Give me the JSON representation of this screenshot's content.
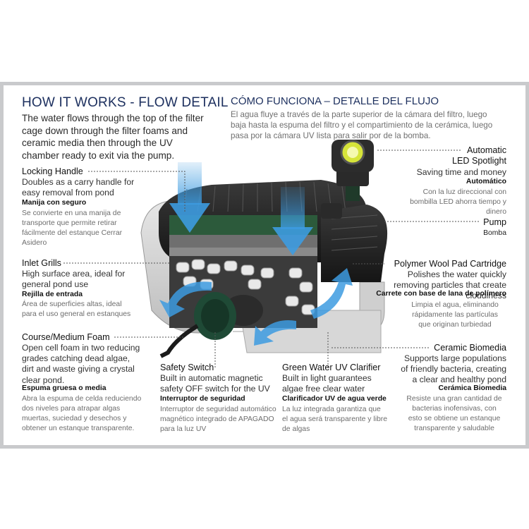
{
  "colors": {
    "title": "#1c2f5e",
    "frame": "#c9cacc",
    "flow": "#3d9be0",
    "foam": "#2c5a3b"
  },
  "title_en": "HOW IT WORKS - FLOW DETAIL",
  "title_es": "CÓMO FUNCIONA – DETALLE DEL FLUJO",
  "intro_en": "The water flows through the top of the filter cage down through the filter foams and ceramic media then through the UV chamber ready to exit via the pump.",
  "intro_es": "El agua fluye a través de la parte superior de la cámara del filtro, luego baja hasta la espuma del filtro y el compartimiento de la cerámica, luego pasa por la cámara UV lista para salir por de la bomba.",
  "locking": {
    "title": "Locking Handle",
    "body": "Doubles as a carry handle for easy removal from pond",
    "es_title": "Manija con seguro",
    "es_body": "Se convierte en una manija de transporte que permite retirar fácilmente del estanque Cerrar Asidero"
  },
  "inlet": {
    "title": "Inlet Grills",
    "body": "High surface area, ideal for general pond use",
    "es_title": "Rejilla de entrada",
    "es_body": "Área de superficies altas, ideal para el uso general en estanques"
  },
  "foam": {
    "title": "Course/Medium Foam",
    "body": "Open cell foam in two reducing grades catching dead algae, dirt and waste giving a crystal clear pond.",
    "es_title": "Espuma gruesa o media",
    "es_body": "Abra la espuma de celda reduciendo dos niveles para atrapar algas muertas, suciedad y desechos y obtener un estanque transparente."
  },
  "safety": {
    "title": "Safety Switch",
    "body": "Built in automatic magnetic safety OFF switch for the UV",
    "es_title": "Interruptor de seguridad",
    "es_body": "Interruptor de seguridad automático magnético integrado de APAGADO para la luz UV"
  },
  "uv": {
    "title": "Green Water UV Clarifier",
    "body": "Built in light guarantees algae free clear water",
    "es_title": "Clarificador UV de agua verde",
    "es_body": "La luz integrada garantiza que el agua será transparente y libre de algas"
  },
  "led": {
    "title1": "Automatic",
    "title2": "LED Spotlight",
    "body": "Saving time and money",
    "es_title": "Automático",
    "es_body": "Con la luz direccional con bombilla LED ahorra tiempo y dinero"
  },
  "pump": {
    "title": "Pump",
    "es_title": "Bomba"
  },
  "wool": {
    "title": "Polymer Wool Pad Cartridge",
    "body": "Polishes the water quickly removing particles that create cloudiness",
    "es_title": "Carrete con base de lana de polímero",
    "es_body": "Limpia el agua, eliminando rápidamente las partículas que originan turbiedad"
  },
  "ceramic": {
    "title": "Ceramic Biomedia",
    "body": "Supports large populations of friendly bacteria, creating a clear and healthy pond",
    "es_title": "Cerámica Biomedia",
    "es_body": "Resiste una gran cantidad de bacterias inofensivas, con esto se obtiene un estanque transparente y saludable"
  }
}
